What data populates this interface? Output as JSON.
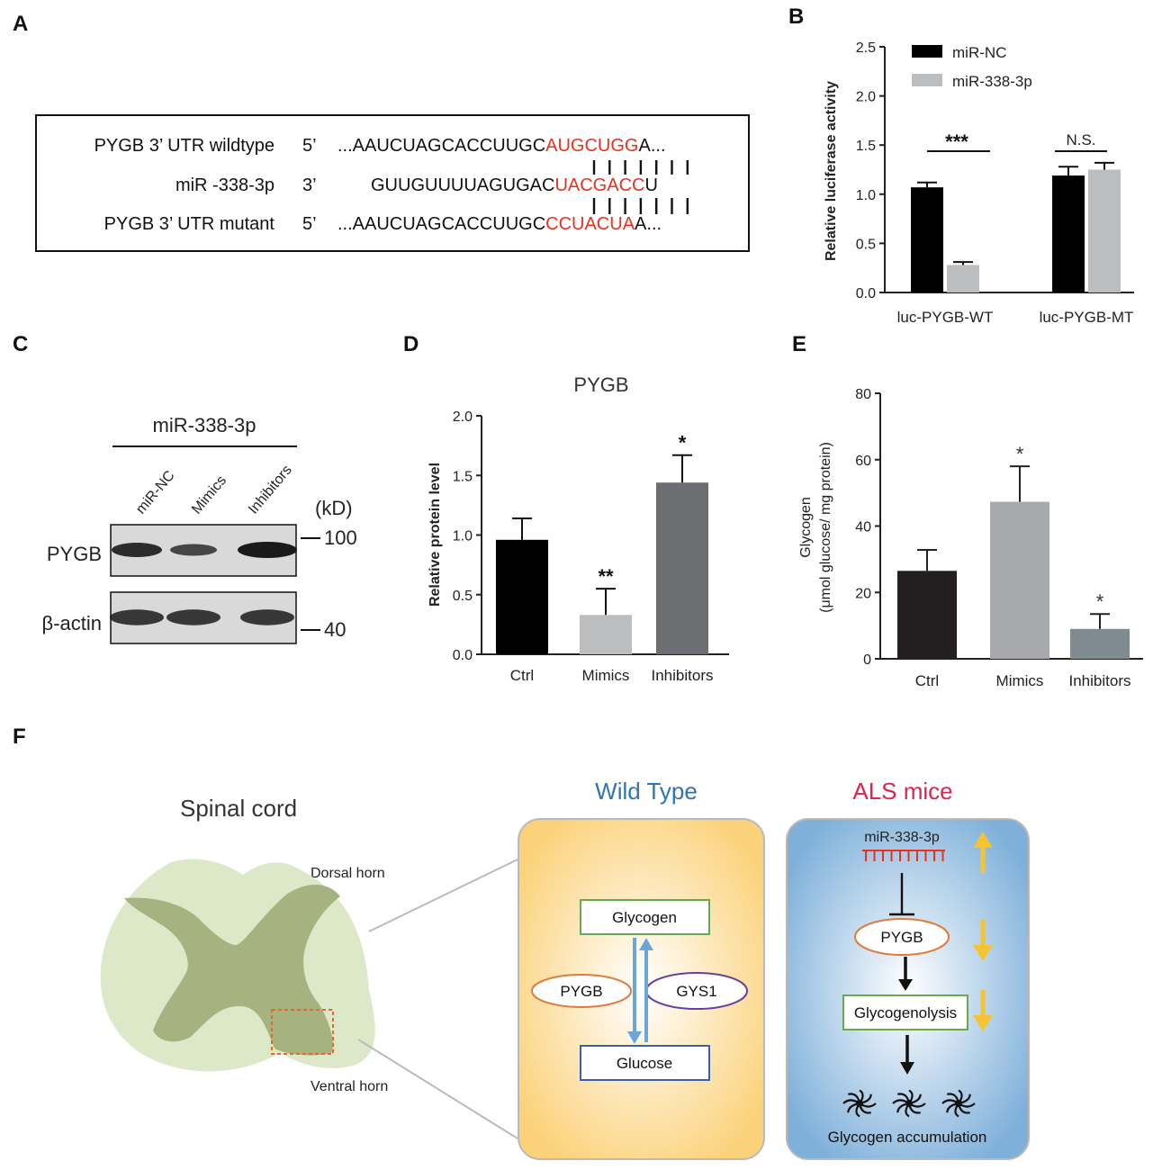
{
  "panels": {
    "A": "A",
    "B": "B",
    "C": "C",
    "D": "D",
    "E": "E",
    "F": "F"
  },
  "panel_a": {
    "rows": [
      {
        "label": "PYGB 3’ UTR wildtype",
        "end": "5’",
        "seq_prefix": "...AAUCUAGCACCUUGC",
        "seq_site": "AUGCUGG",
        "seq_suffix": "A..."
      },
      {
        "label": "miR -338-3p",
        "end": "3’",
        "seq_prefix": "GUUGUUUUAGUGAC",
        "seq_site": "UACGACC",
        "seq_suffix": "U"
      },
      {
        "label": "PYGB 3’ UTR   mutant",
        "end": "5’",
        "seq_prefix": "...AAUCUAGCACCUUGC",
        "seq_site": "CCUACUA",
        "seq_suffix": "A..."
      }
    ],
    "site_color": "#e8311e"
  },
  "panel_c": {
    "group_label": "miR-338-3p",
    "lanes": [
      "miR-NC",
      "Mimics",
      "Inhibitors"
    ],
    "kd_label": "(kD)",
    "proteins": [
      "PYGB",
      "β-actin"
    ],
    "markers": [
      "100",
      "40"
    ],
    "band_intensity": {
      "PYGB": [
        0.8,
        0.5,
        1.0
      ],
      "β-actin": [
        0.85,
        0.85,
        0.85
      ]
    }
  },
  "colors": {
    "black_bar": "#000000",
    "light_gray": "#bcbdbf",
    "dark_gray": "#6d6e71",
    "e_ctrl": "#231f20",
    "e_mimics": "#a7a9ac",
    "e_inhib": "#808a91",
    "wild_bg": "#fbd27a",
    "als_bg": "#7fb0da",
    "title_blue": "#2e75b6",
    "title_red": "#e0234e",
    "pygb_oval": "#e07b39",
    "gys1_oval": "#6b3fa0",
    "green_box": "#6aa84f",
    "blue_box": "#3d5fa8",
    "arrow_blue": "#6aa6d8",
    "yellow_arrow": "#f6c431",
    "spinal_outer": "#dde8c8",
    "spinal_inner": "#a6b27f",
    "dashed": "#e06c2b",
    "red_text": "#e8311e"
  },
  "chart_data": [
    {
      "type": "bar",
      "title": "",
      "xlabel": "",
      "ylabel": "Relative luciferase activity",
      "categories": [
        "luc-PYGB-WT",
        "luc-PYGB-MT"
      ],
      "series": [
        {
          "name": "miR-NC",
          "values": [
            1.07,
            1.19
          ],
          "errors": [
            0.05,
            0.09
          ]
        },
        {
          "name": "miR-338-3p",
          "values": [
            0.28,
            1.25
          ],
          "errors": [
            0.03,
            0.07
          ]
        }
      ],
      "ylim": [
        0,
        2.5
      ],
      "yticks": [
        "0.0",
        "0.5",
        "1.0",
        "1.5",
        "2.0",
        "2.5"
      ],
      "legend": "top-left",
      "annotations": [
        "***",
        "N.S."
      ]
    },
    {
      "type": "bar",
      "title": "PYGB",
      "xlabel": "",
      "ylabel": "Relative protein level",
      "categories": [
        "Ctrl",
        "Mimics",
        "Inhibitors"
      ],
      "values": [
        0.96,
        0.33,
        1.44
      ],
      "errors": [
        0.18,
        0.22,
        0.23
      ],
      "ylim": [
        0,
        2.0
      ],
      "yticks": [
        "0.0",
        "0.5",
        "1.0",
        "1.5",
        "2.0"
      ],
      "annotations": [
        "",
        "**",
        "*"
      ]
    },
    {
      "type": "bar",
      "title": "",
      "xlabel": "",
      "ylabel": "Glycogen",
      "ylabel2": "(μmol glucose/ mg protein)",
      "categories": [
        "Ctrl",
        "Mimics",
        "Inhibitors"
      ],
      "values": [
        26.5,
        47.3,
        9.0
      ],
      "errors": [
        6.3,
        10.7,
        4.5
      ],
      "ylim": [
        0,
        80
      ],
      "yticks": [
        "0",
        "20",
        "40",
        "60",
        "80"
      ],
      "annotations": [
        "",
        "*",
        "*"
      ]
    }
  ],
  "panel_f": {
    "spinal_title": "Spinal cord",
    "dorsal": "Dorsal horn",
    "ventral": "Ventral horn",
    "wild_title": "Wild Type",
    "als_title": "ALS mice",
    "wild": {
      "top": "Glycogen",
      "bottom": "Glucose",
      "left": "PYGB",
      "right": "GYS1"
    },
    "als": {
      "mirna": "miR-338-3p",
      "target": "PYGB",
      "process": "Glycogenolysis",
      "result": "Glycogen accumulation"
    }
  }
}
